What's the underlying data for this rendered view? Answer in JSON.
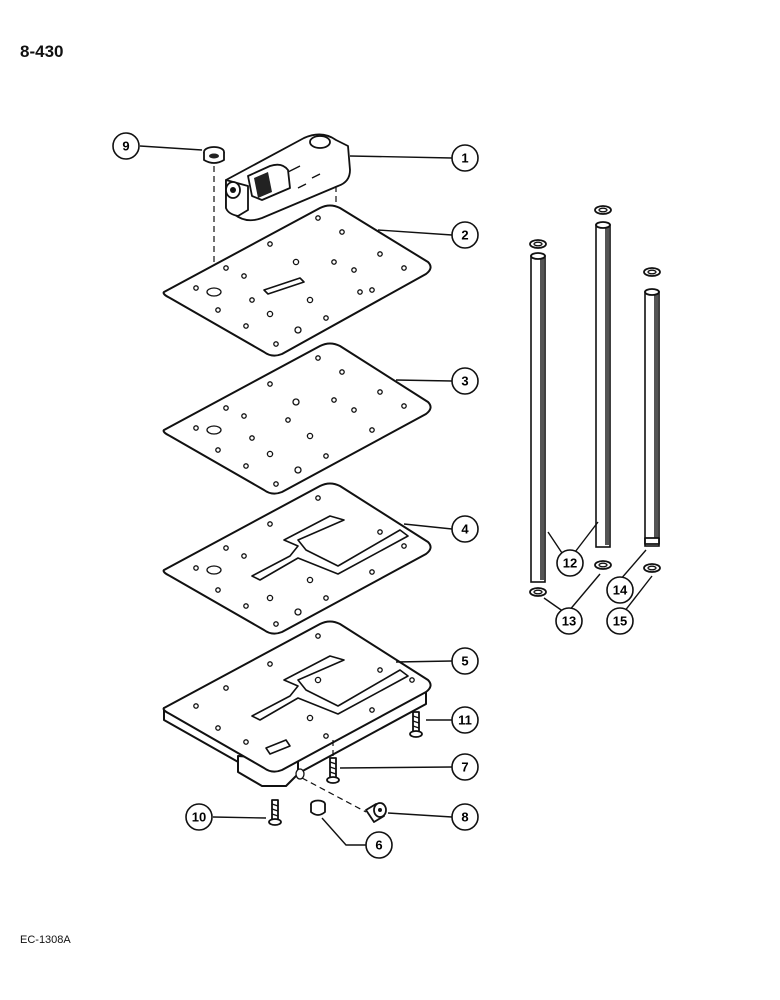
{
  "page": {
    "number": "8-430",
    "code": "EC-1308A"
  },
  "callouts": [
    {
      "id": "1",
      "label": "1"
    },
    {
      "id": "2",
      "label": "2"
    },
    {
      "id": "3",
      "label": "3"
    },
    {
      "id": "4",
      "label": "4"
    },
    {
      "id": "5",
      "label": "5"
    },
    {
      "id": "6",
      "label": "6"
    },
    {
      "id": "7",
      "label": "7"
    },
    {
      "id": "8",
      "label": "8"
    },
    {
      "id": "9",
      "label": "9"
    },
    {
      "id": "10",
      "label": "10"
    },
    {
      "id": "11",
      "label": "11"
    },
    {
      "id": "12",
      "label": "12"
    },
    {
      "id": "13",
      "label": "13"
    },
    {
      "id": "14",
      "label": "14"
    },
    {
      "id": "15",
      "label": "15"
    }
  ]
}
